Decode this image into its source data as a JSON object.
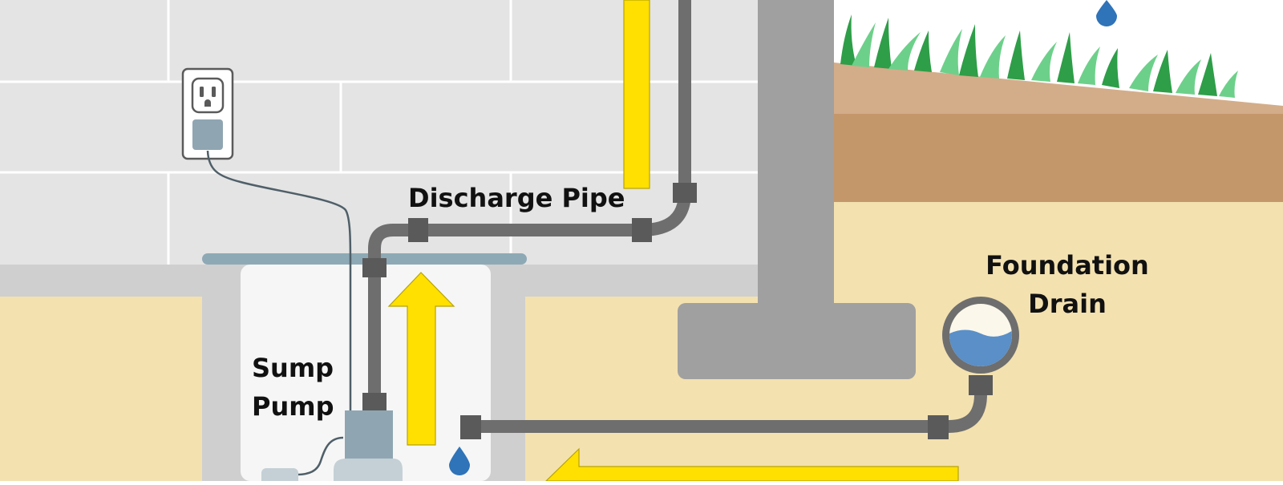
{
  "labels": {
    "discharge_pipe": "Discharge Pipe",
    "foundation_drain_line1": "Foundation",
    "foundation_drain_line2": "Drain",
    "sump_pump_line1": "Sump",
    "sump_pump_line2": "Pump"
  },
  "colors": {
    "wall_tile": "#e4e4e4",
    "wall_grout": "#ffffff",
    "soil_sand": "#f3e1b0",
    "soil_topsoil": "#c4976a",
    "soil_surface": "#d3ad8a",
    "concrete": "#a0a0a0",
    "concrete_light": "#cfcfcf",
    "pipe": "#6e6e6e",
    "pipe_fitting": "#5a5a5a",
    "flow_arrow": "#ffe000",
    "water": "#5a8fc8",
    "water_drop": "#2f73b8",
    "grass_dark": "#2e9e48",
    "grass_light": "#6dd08a",
    "pit_lid": "#8ea9b6",
    "pump_body": "#8fa6b2"
  },
  "icons": [
    "electrical-outlet-icon",
    "water-drop-icon",
    "flow-arrow-icon",
    "grass-icon"
  ]
}
